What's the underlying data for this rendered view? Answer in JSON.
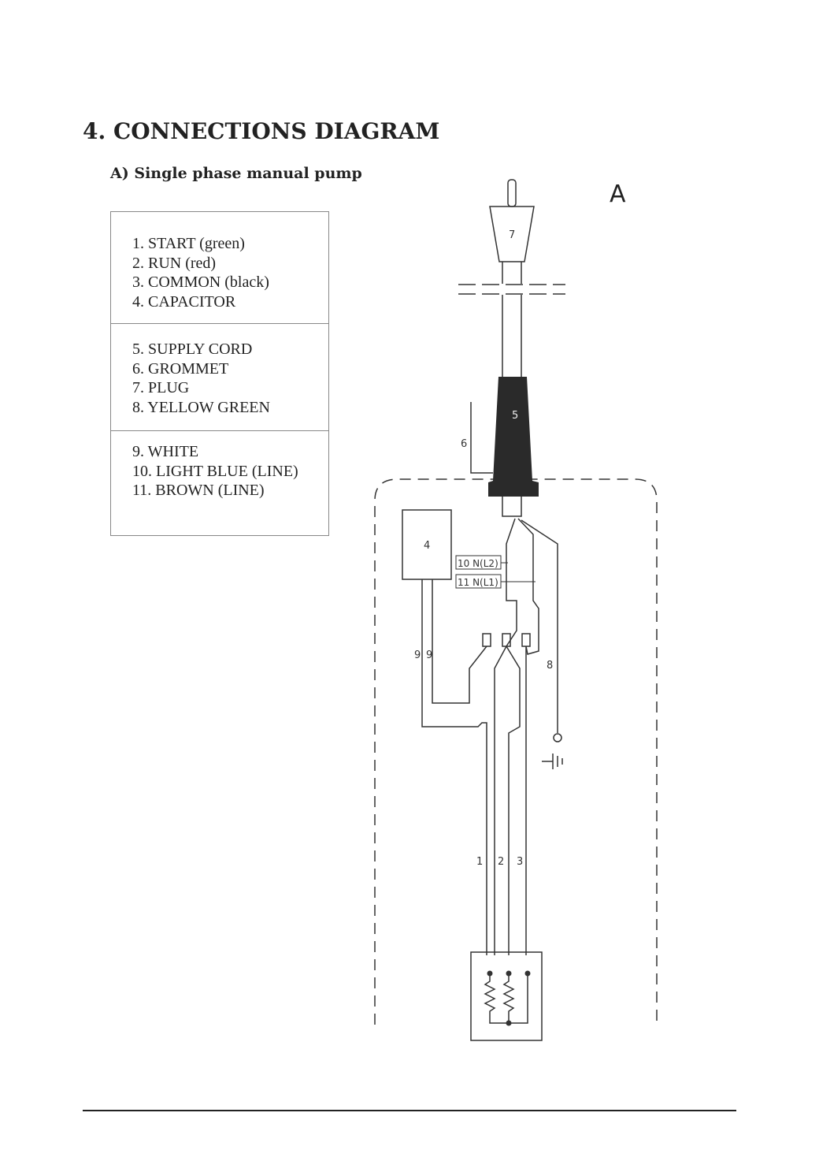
{
  "heading": "4. CONNECTIONS DIAGRAM",
  "subheading": "A) Single phase manual pump",
  "legend": {
    "groups": [
      [
        "1. START (green)",
        "2. RUN (red)",
        "3. COMMON (black)",
        "4. CAPACITOR"
      ],
      [
        "5. SUPPLY CORD",
        "6. GROMMET",
        "7. PLUG",
        "8. YELLOW GREEN"
      ],
      [
        "9. WHITE",
        "10. LIGHT BLUE (LINE)",
        "11. BROWN (LINE)"
      ]
    ]
  },
  "diagram": {
    "corner_label": "A",
    "labels": {
      "plug": "7",
      "cord": "5",
      "grommet": "6",
      "capacitor": "4",
      "neutral_l2": "10 N(L2)",
      "neutral_l1": "11 N(L1)",
      "white_a": "9",
      "white_b": "9",
      "yellow_green": "8",
      "wire_1": "1",
      "wire_2": "2",
      "wire_3": "3"
    }
  }
}
